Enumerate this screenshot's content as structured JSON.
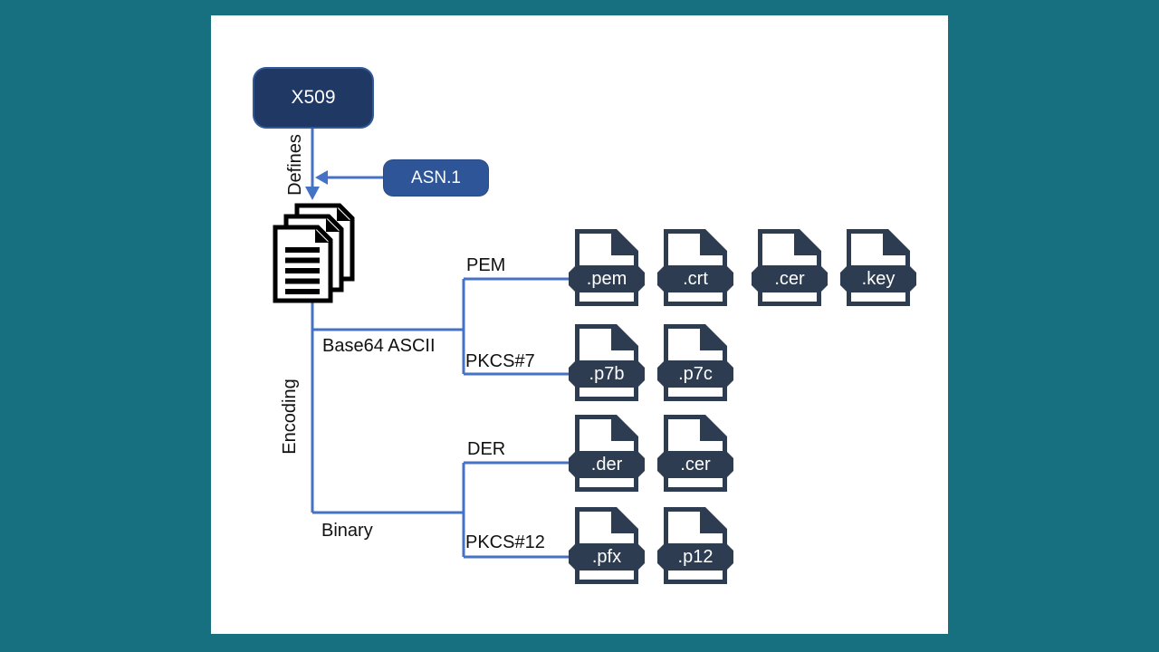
{
  "nodes": {
    "x509": "X509",
    "asn1": "ASN.1"
  },
  "arrow_labels": {
    "defines": "Defines",
    "encoding": "Encoding"
  },
  "encodings": [
    {
      "label": "Base64 ASCII",
      "formats": [
        {
          "label": "PEM",
          "files": [
            ".pem",
            ".crt",
            ".cer",
            ".key"
          ]
        },
        {
          "label": "PKCS#7",
          "files": [
            ".p7b",
            ".p7c"
          ]
        }
      ]
    },
    {
      "label": "Binary",
      "formats": [
        {
          "label": "DER",
          "files": [
            ".der",
            ".cer"
          ]
        },
        {
          "label": "PKCS#12",
          "files": [
            ".pfx",
            ".p12"
          ]
        }
      ]
    }
  ],
  "colors": {
    "background": "#177080",
    "canvas": "#ffffff",
    "x509_box": "#1f3864",
    "asn1_box": "#2e5597",
    "connector": "#4472c4",
    "file_icon": "#2d3c50",
    "doc_icon": "#000000",
    "label_text": "#111111",
    "node_text": "#ffffff"
  }
}
